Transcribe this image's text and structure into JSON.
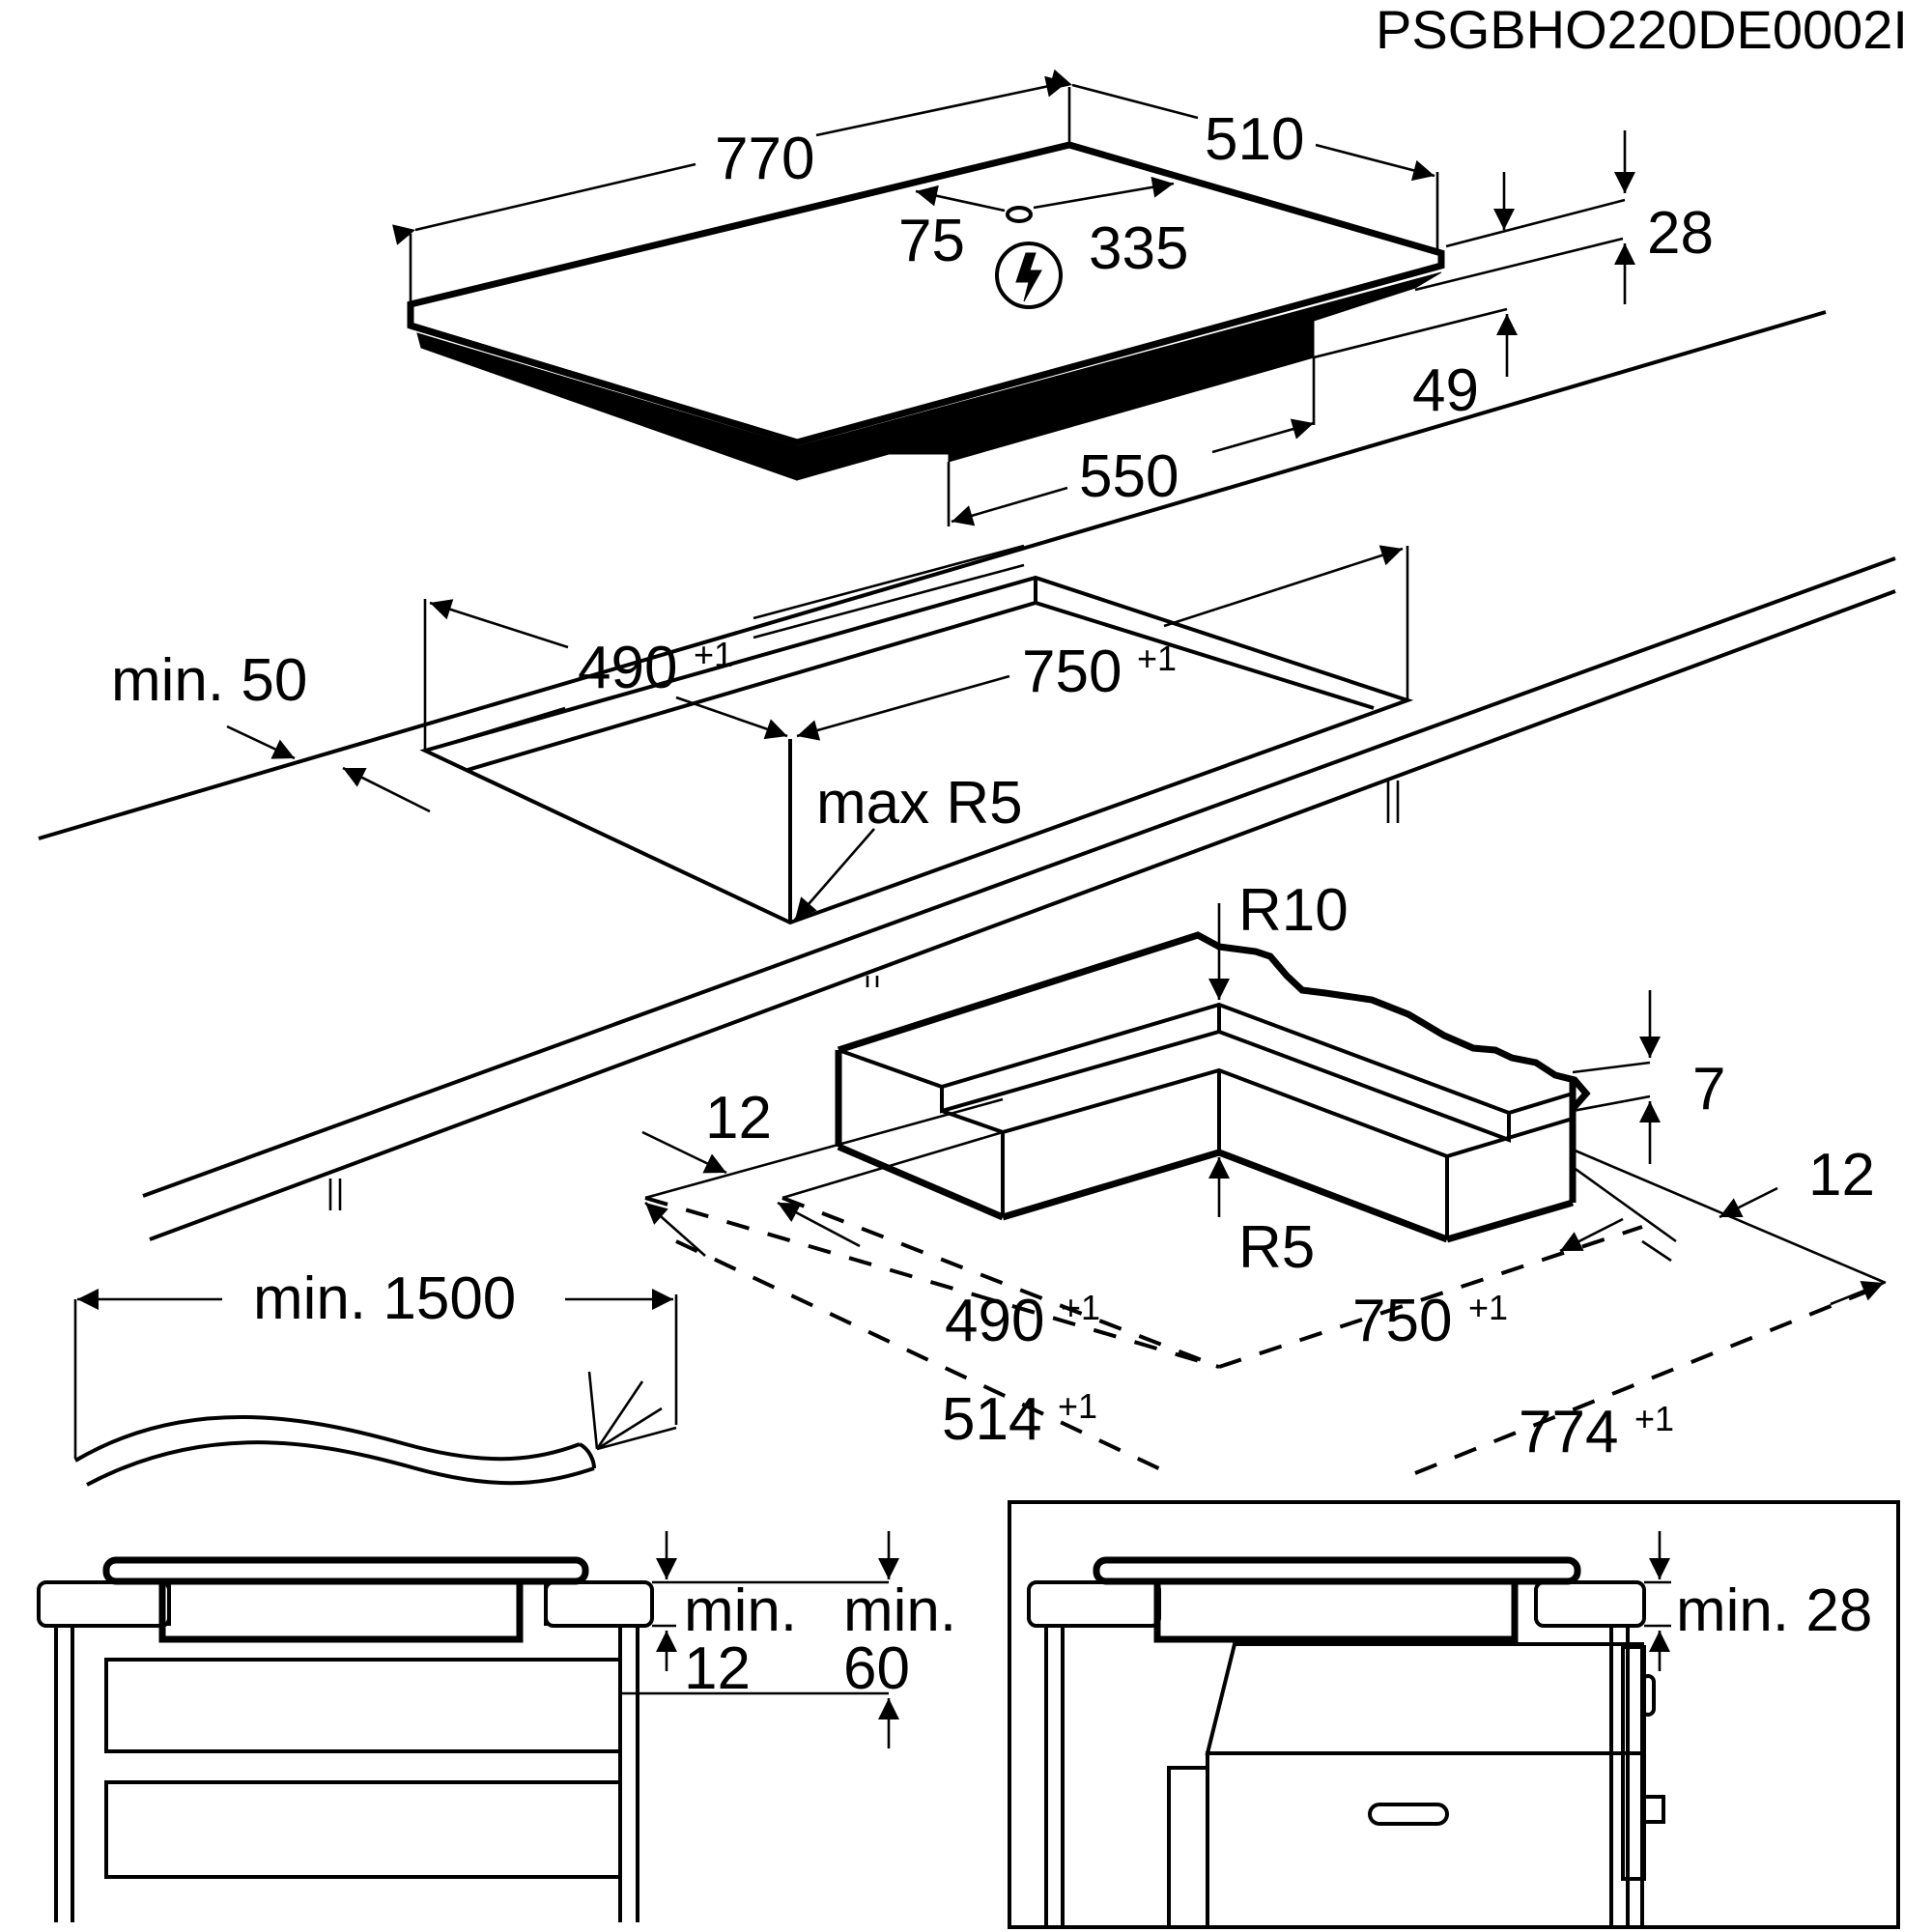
{
  "document_code": "PSGBHO220DE0002I",
  "hob": {
    "width": "770",
    "depth": "510",
    "cable_offset_left": "75",
    "cable_offset_right": "335",
    "glass_thickness": "28",
    "total_height": "49",
    "body_depth": "550"
  },
  "cutout": {
    "depth": "490",
    "depth_tol": "+1",
    "width": "750",
    "width_tol": "+1",
    "edge_distance": "min. 50",
    "corner_radius": "max R5"
  },
  "flush_cutout": {
    "outer_radius": "R10",
    "inner_radius": "R5",
    "rebate_depth": "7",
    "rebate_left": "12",
    "rebate_right": "12",
    "inner_depth": "490",
    "inner_depth_tol": "+1",
    "inner_width": "750",
    "inner_width_tol": "+1",
    "outer_depth": "514",
    "outer_depth_tol": "+1",
    "outer_width": "774",
    "outer_width_tol": "+1"
  },
  "cable": {
    "length": "min. 1500"
  },
  "drawer_install": {
    "gap_label_1": "min.",
    "gap_value_1": "12",
    "gap_label_2": "min.",
    "gap_value_2": "60"
  },
  "oven_install": {
    "gap": "min. 28"
  }
}
